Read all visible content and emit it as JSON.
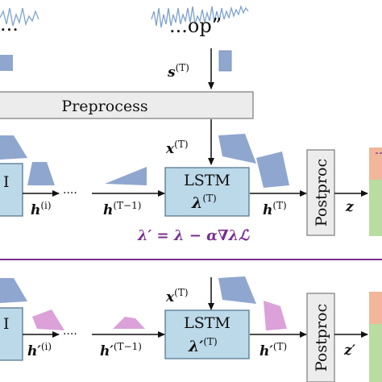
{
  "quote_left": "...",
  "quote_main": "...op”",
  "preprocess_label": "Preprocess",
  "lstm_label": "LSTM",
  "postproc_label": "Postproc",
  "top": {
    "s_label": "s",
    "s_sup": "(T)",
    "x_label": "x",
    "x_sup": "(T)",
    "lambda_label": "λ",
    "lambda_sup": "(T)",
    "h_i": "h",
    "h_i_sup": "(i)",
    "dots": "····",
    "h_prev": "h",
    "h_prev_sup": "(T−1)",
    "h_out": "h",
    "h_out_sup": "(T)",
    "z": "z",
    "left_box_letter": "I"
  },
  "update_equation": "λ′ = λ − α∇λℒ",
  "bottom": {
    "x_label": "x",
    "x_sup": "(T)",
    "lambda_label": "λ′",
    "lambda_sup": "(T)",
    "h_i": "h′",
    "h_i_sup": "(i)",
    "dots": "····",
    "h_prev": "h′",
    "h_prev_sup": "(T−1)",
    "h_out": "h′",
    "h_out_sup": "(T)",
    "z": "z′",
    "left_box_letter": "I"
  },
  "colors": {
    "box_fill": "#bcd9ea",
    "box_stroke": "#4d6f86",
    "gray_fill": "#ececec",
    "gray_stroke": "#7a7a7a",
    "blue_shape": "#8fa6cf",
    "pink_shape": "#dba1d8",
    "purple": "#7b2d8e",
    "wave": "#7ea1cf",
    "orange": "#f2b69a",
    "green": "#b9dca1"
  }
}
